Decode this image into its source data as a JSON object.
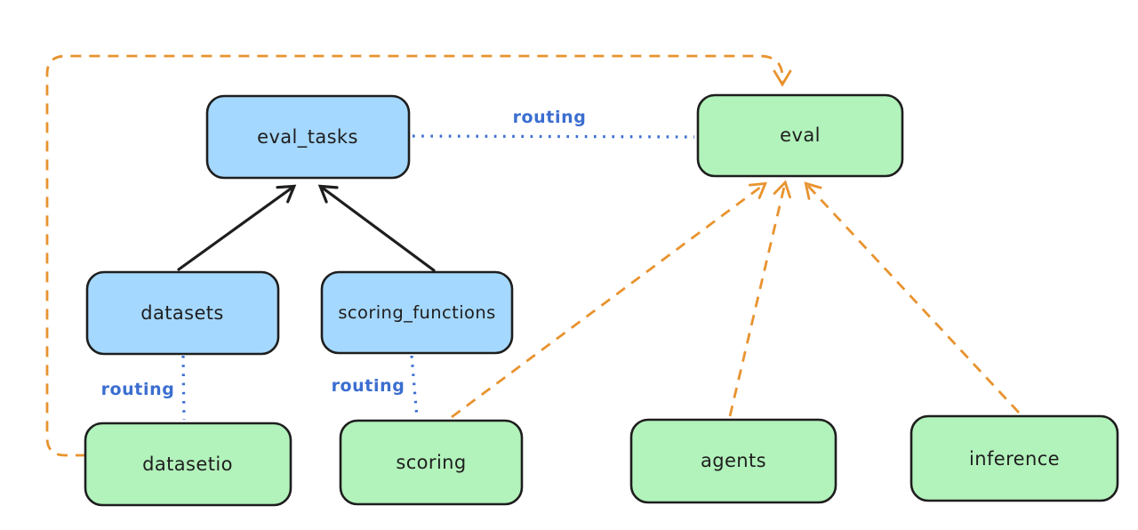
{
  "diagram": {
    "title": "",
    "background": "#ffffff",
    "palette": {
      "blue_node_fill": "#a5d8ff",
      "green_node_fill": "#b2f2bb",
      "node_outline": "#1e1e1e",
      "solid_arrow": "#1e1e1e",
      "dashed_arrow_orange": "#e8932f",
      "routing_line_blue": "#3b6ed0",
      "node_text": "#1e1e1e"
    },
    "nodes": {
      "eval_tasks": {
        "label": "eval_tasks",
        "fill": "blue"
      },
      "eval": {
        "label": "eval",
        "fill": "green"
      },
      "datasets": {
        "label": "datasets",
        "fill": "blue"
      },
      "scoring_functions": {
        "label": "scoring_functions",
        "fill": "blue"
      },
      "datasetio": {
        "label": "datasetio",
        "fill": "green"
      },
      "scoring": {
        "label": "scoring",
        "fill": "green"
      },
      "agents": {
        "label": "agents",
        "fill": "green"
      },
      "inference": {
        "label": "inference",
        "fill": "green"
      }
    },
    "edge_labels": {
      "routing_eval_tasks_eval": "routing",
      "routing_datasets_datasetio": "routing",
      "routing_scoring_functions_scoring": "routing"
    },
    "edges": [
      {
        "from": "datasets",
        "to": "eval_tasks",
        "style": "solid",
        "color": "black",
        "arrow": true,
        "label": ""
      },
      {
        "from": "scoring_functions",
        "to": "eval_tasks",
        "style": "solid",
        "color": "black",
        "arrow": true,
        "label": ""
      },
      {
        "from": "eval_tasks",
        "to": "eval",
        "style": "dotted",
        "color": "blue",
        "arrow": false,
        "label": "routing"
      },
      {
        "from": "datasets",
        "to": "datasetio",
        "style": "dotted",
        "color": "blue",
        "arrow": false,
        "label": "routing"
      },
      {
        "from": "scoring_functions",
        "to": "scoring",
        "style": "dotted",
        "color": "blue",
        "arrow": false,
        "label": "routing"
      },
      {
        "from": "scoring",
        "to": "eval",
        "style": "dashed",
        "color": "orange",
        "arrow": true,
        "label": ""
      },
      {
        "from": "agents",
        "to": "eval",
        "style": "dashed",
        "color": "orange",
        "arrow": true,
        "label": ""
      },
      {
        "from": "inference",
        "to": "eval",
        "style": "dashed",
        "color": "orange",
        "arrow": true,
        "label": ""
      },
      {
        "from": "datasetio",
        "to": "eval",
        "style": "dashed",
        "color": "orange",
        "arrow": true,
        "label": "",
        "route": "around-left-and-top"
      }
    ]
  }
}
